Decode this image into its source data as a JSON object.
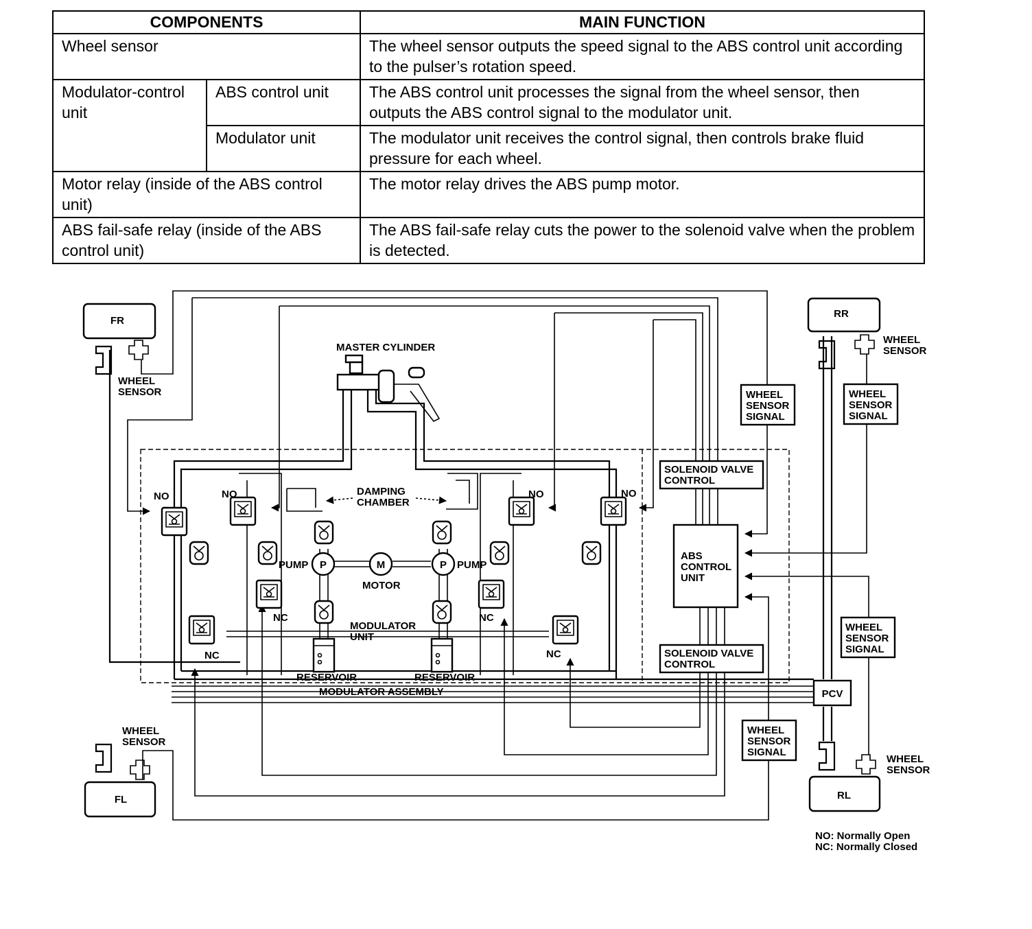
{
  "table": {
    "headers": [
      "COMPONENTS",
      "MAIN FUNCTION"
    ],
    "rows": [
      {
        "component": "Wheel sensor",
        "function": "The wheel sensor outputs the speed signal to the ABS control unit according to the pulser’s rotation speed."
      },
      {
        "component": "Modulator-control unit",
        "sub": "ABS control unit",
        "function": "The ABS control unit processes the signal from the wheel sensor, then outputs the ABS control signal to the modulator unit."
      },
      {
        "sub": "Modulator unit",
        "function": "The modulator unit receives the control signal, then controls brake fluid pressure for each wheel."
      },
      {
        "component": "Motor relay (inside of the ABS control unit)",
        "function": "The motor relay drives the ABS pump motor."
      },
      {
        "component": "ABS fail-safe relay (inside of the ABS control unit)",
        "function": "The ABS fail-safe relay cuts the power to the solenoid valve when the problem is detected."
      }
    ]
  },
  "diagram": {
    "wheels": {
      "fr": "FR",
      "rr": "RR",
      "fl": "FL",
      "rl": "RL"
    },
    "wheel_sensor": [
      "WHEEL",
      "SENSOR"
    ],
    "wheel_sensor_signal": [
      "WHEEL",
      "SENSOR",
      "SIGNAL"
    ],
    "solenoid_valve_control": [
      "SOLENOID VALVE",
      "CONTROL"
    ],
    "abs_control_unit": [
      "ABS",
      "CONTROL",
      "UNIT"
    ],
    "master_cylinder": "MASTER CYLINDER",
    "damping_chamber": [
      "DAMPING",
      "CHAMBER"
    ],
    "no": "NO",
    "nc": "NC",
    "pump": "PUMP",
    "p": "P",
    "m": "M",
    "motor": "MOTOR",
    "modulator_unit": [
      "MODULATOR",
      "UNIT"
    ],
    "reservoir": "RESERVOIR",
    "modulator_assembly": "MODULATOR  ASSEMBLY",
    "pcv": "PCV",
    "legend": [
      "NO: Normally Open",
      "NC: Normally  Closed"
    ]
  }
}
